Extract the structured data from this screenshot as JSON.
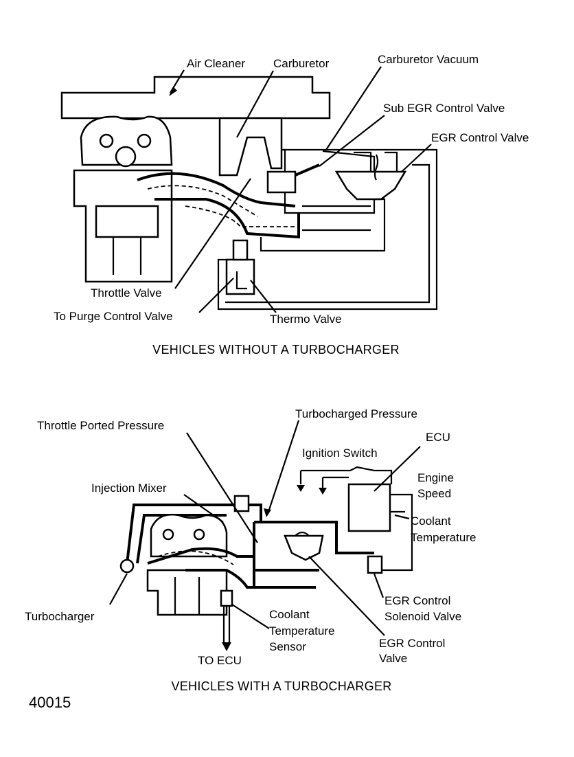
{
  "figure_number": "40015",
  "top_diagram": {
    "caption": "VEHICLES WITHOUT A TURBOCHARGER",
    "labels": {
      "air_cleaner": "Air Cleaner",
      "carburetor": "Carburetor",
      "carburetor_vacuum": "Carburetor Vacuum",
      "sub_egr_control_valve": "Sub EGR Control Valve",
      "egr_control_valve": "EGR Control Valve",
      "throttle_valve": "Throttle Valve",
      "to_purge_control_valve": "To Purge Control Valve",
      "thermo_valve": "Thermo Valve"
    }
  },
  "bottom_diagram": {
    "caption": "VEHICLES WITH A TURBOCHARGER",
    "labels": {
      "turbocharged_pressure": "Turbocharged Pressure",
      "throttle_ported_pressure": "Throttle Ported Pressure",
      "ecu": "ECU",
      "ignition_switch": "Ignition Switch",
      "engine": "Engine",
      "speed": "Speed",
      "injection_mixer": "Injection Mixer",
      "coolant": "Coolant",
      "temperature": "Temperature",
      "turbocharger": "Turbocharger",
      "egr_control_1": "EGR Control",
      "solenoid_valve": "Solenoid Valve",
      "coolant_sensor_1": "Coolant",
      "coolant_sensor_2": "Temperature",
      "coolant_sensor_3": "Sensor",
      "egr_control_valve_1": "EGR Control",
      "egr_control_valve_2": "Valve",
      "to_ecu": "TO ECU"
    }
  }
}
